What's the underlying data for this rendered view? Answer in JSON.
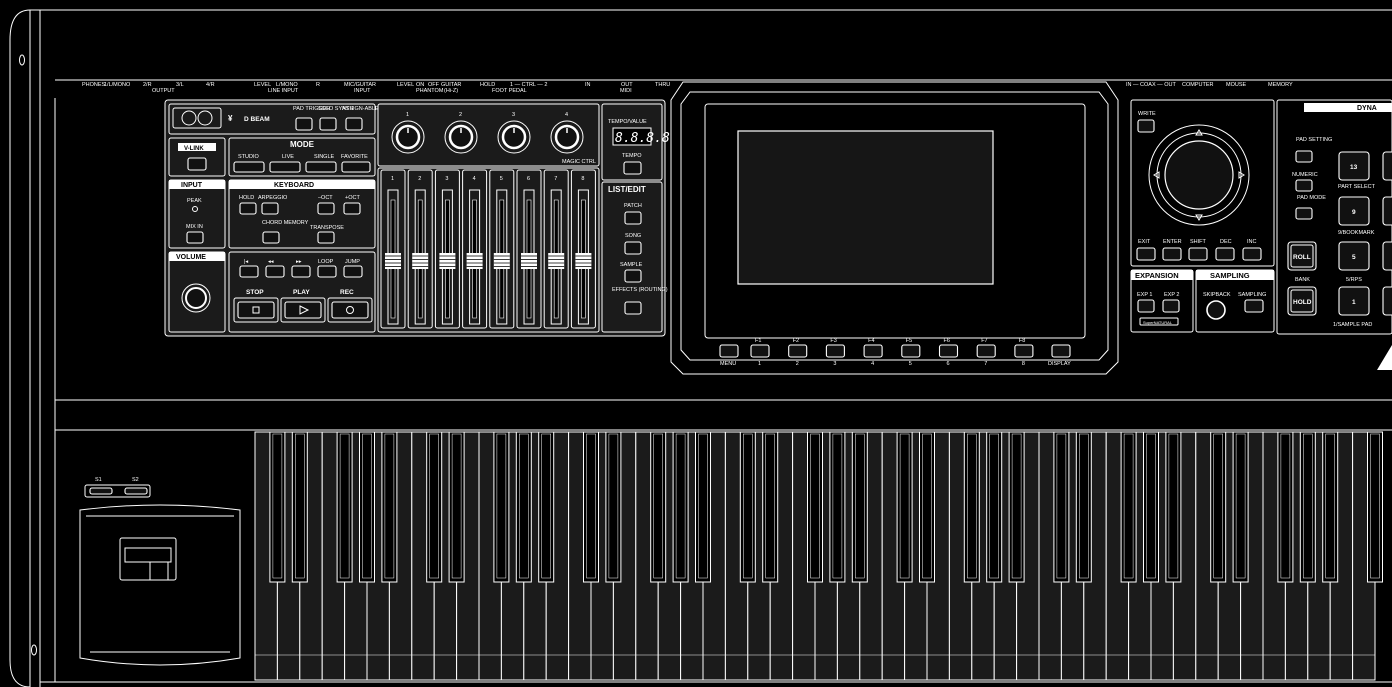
{
  "jacks": {
    "phones": "PHONES",
    "out_1": "1/L/MONO",
    "out_2": "2/R",
    "output": "OUTPUT",
    "out_3": "3/L",
    "out_4": "4/R",
    "level": "LEVEL",
    "line_l": "L/MONO",
    "line_r": "R",
    "line_input": "LINE INPUT",
    "mic_guitar": "MIC/GUITAR",
    "input": "INPUT",
    "level2": "LEVEL",
    "on": "ON",
    "off": "OFF",
    "guitar": "GUITAR",
    "phantom": "PHANTOM",
    "hiz": "(Hi-Z)",
    "hold": "HOLD",
    "ctrl": "1 — CTRL — 2",
    "foot_pedal": "FOOT PEDAL",
    "midi_in": "IN",
    "midi_out": "OUT",
    "midi_thru": "THRU",
    "midi": "MIDI",
    "coax": "IN — COAX — OUT",
    "computer": "COMPUTER",
    "mouse": "MOUSE",
    "memory": "MEMORY"
  },
  "dbeam": {
    "label": "D BEAM",
    "pad_trigger": "PAD TRIGGER",
    "solo_synth": "SOLO SYNTH",
    "assignable": "ASSIGN-ABLE"
  },
  "vlink": {
    "label": "V-LINK"
  },
  "mode": {
    "title": "MODE",
    "studio": "STUDIO",
    "live": "LIVE",
    "single": "SINGLE",
    "favorite": "FAVORITE"
  },
  "input": {
    "title": "INPUT",
    "peak": "PEAK",
    "mix_in": "MIX IN"
  },
  "keyboard": {
    "title": "KEYBOARD",
    "hold": "HOLD",
    "arpeggio": "ARPEGGIO",
    "oct_down": "–OCT",
    "oct_up": "+OCT",
    "chord_memory": "CHORD MEMORY",
    "transpose": "TRANSPOSE"
  },
  "volume": {
    "title": "VOLUME"
  },
  "transport": {
    "loop": "LOOP",
    "jump": "JUMP",
    "stop": "STOP",
    "play": "PLAY",
    "rec": "REC"
  },
  "knobs": [
    "1",
    "2",
    "3",
    "4"
  ],
  "magic_ctrl": "MAGIC CTRL",
  "tempo": {
    "title": "TEMPO/VALUE",
    "display": "8.8.8.8",
    "button": "TEMPO"
  },
  "sliders": [
    "1",
    "2",
    "3",
    "4",
    "5",
    "6",
    "7",
    "8"
  ],
  "list_edit": {
    "title": "LIST/EDIT",
    "patch": "PATCH",
    "song": "SONG",
    "sample": "SAMPLE",
    "effects": "EFFECTS (ROUTING)"
  },
  "fkeys": {
    "menu": "MENU",
    "display": "DISPLAY",
    "labels": [
      "F1",
      "F2",
      "F3",
      "F4",
      "F5",
      "F6",
      "F7",
      "F8"
    ],
    "nums": [
      "1",
      "2",
      "3",
      "4",
      "5",
      "6",
      "7",
      "8"
    ]
  },
  "dial": {
    "write": "WRITE",
    "exit": "EXIT",
    "enter": "ENTER",
    "shift": "SHIFT",
    "dec": "DEC",
    "inc": "INC"
  },
  "expansion": {
    "title": "EXPANSION",
    "exp1": "EXP 1",
    "exp2": "EXP 2",
    "badge": "SuperNATURAL"
  },
  "sampling": {
    "title": "SAMPLING",
    "skipback": "SKIPBACK",
    "sampling": "SAMPLING"
  },
  "pads": {
    "title": "DYNA",
    "pad_setting": "PAD SETTING",
    "numeric": "NUMERIC",
    "pad_mode": "PAD MODE",
    "roll": "ROLL",
    "bank": "BANK",
    "hold": "HOLD",
    "p13": "13",
    "p9": "9",
    "p5": "5",
    "p1": "1",
    "part_select": "PART SELECT",
    "bookmark": "9/BOOKMARK",
    "rps": "5/RPS",
    "sample_pad": "1/SAMPLE PAD"
  },
  "switches": {
    "s1": "S1",
    "s2": "S2"
  }
}
